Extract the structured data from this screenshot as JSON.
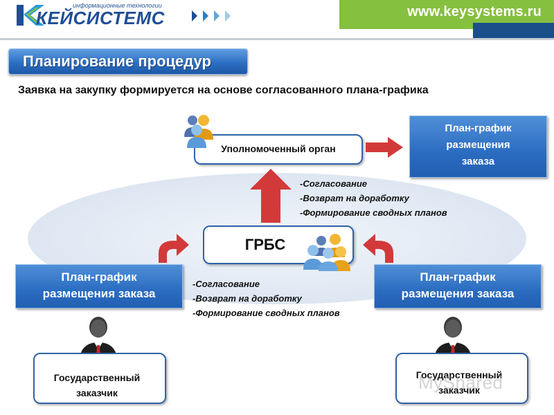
{
  "header": {
    "logo_small": "информационные технологии",
    "logo_main": "КЕЙСИСТЕМС",
    "url": "www.keysystems.ru"
  },
  "slide": {
    "title": "Планирование процедур",
    "subtitle": "Заявка на закупку формируется на основе согласованного плана-графика"
  },
  "nodes": {
    "authorized": "Уполномоченный орган",
    "plan_top_right": [
      "План-график",
      "размещения",
      "заказа"
    ],
    "grbs": "ГРБС",
    "plan_left": [
      "План-график",
      "размещения заказа"
    ],
    "plan_right": [
      "План-график",
      "размещения заказа"
    ],
    "customer_left": [
      "Государственный",
      "заказчик"
    ],
    "customer_right": [
      "Государственный",
      "заказчик"
    ]
  },
  "notes_upper": [
    "-Согласование",
    "-Возврат на доработку",
    "-Формирование сводных планов"
  ],
  "notes_lower": [
    "-Согласование",
    "-Возврат на доработку",
    "-Формирование сводных планов"
  ],
  "watermark": "MyShared",
  "colors": {
    "brand_blue": "#1f4e96",
    "accent_green": "#86c03f",
    "box_blue": "#2b6cc1",
    "arrow_red": "#d23a3a"
  }
}
